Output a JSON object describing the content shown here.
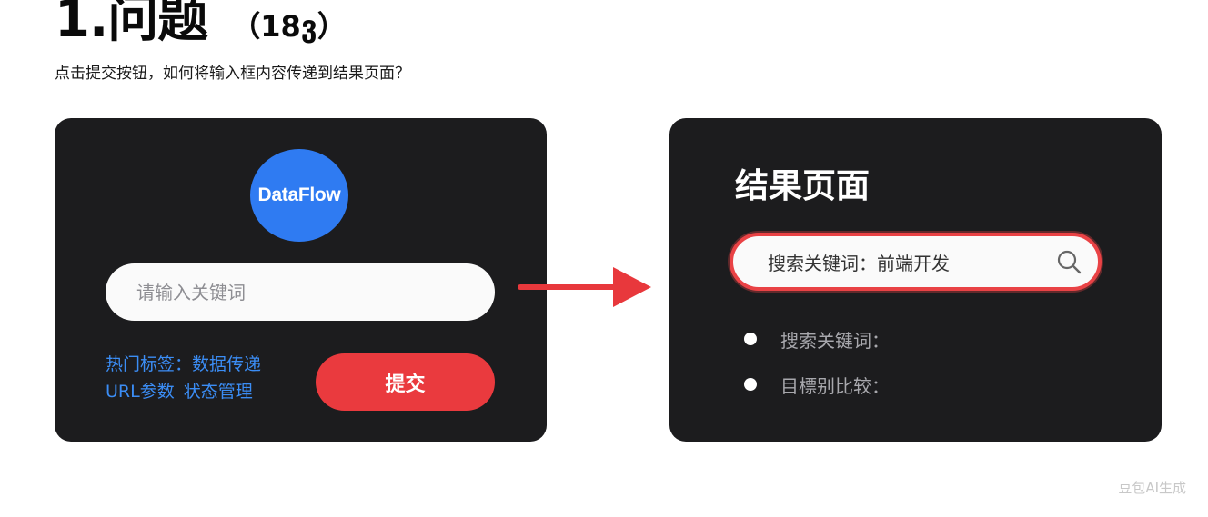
{
  "header": {
    "title": "1.问题",
    "count": "（18ვ）",
    "question": "点击提交按钮，如何将输入框内容传递到结果页面？"
  },
  "left_panel": {
    "logo_text": "DataFlow",
    "search_placeholder": "请输入关键词",
    "tags": {
      "prefix": "热门标签：",
      "row1": [
        "数据传递"
      ],
      "row2": [
        "URL参数",
        "状态管理"
      ]
    },
    "submit_label": "提交"
  },
  "right_panel": {
    "title": "结果页面",
    "search_value": "搜索关键词：前端开发",
    "result_items": [
      "搜索关键词：",
      "目標别比较："
    ]
  },
  "watermark": "豆包AI生成",
  "colors": {
    "panel_bg": "#1c1c1e",
    "logo_blue": "#2f7bf2",
    "tag_blue": "#3b8df5",
    "accent_red": "#ea3a3e"
  },
  "icons": {
    "arrow": "right-arrow-icon",
    "search": "search-icon",
    "bullet": "bullet-dot-icon"
  }
}
